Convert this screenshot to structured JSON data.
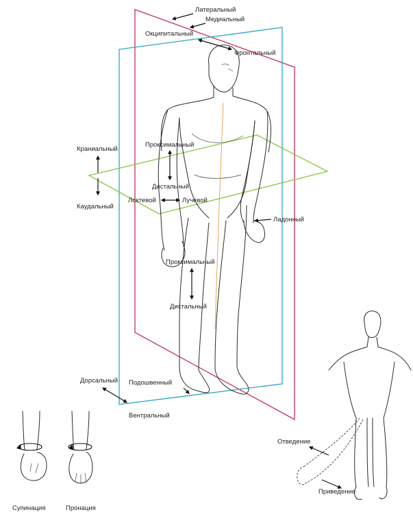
{
  "colors": {
    "sagittal_plane": "#c0305a",
    "frontal_plane": "#2aa7c2",
    "transverse_plane": "#86c83f",
    "midline": "#e0a040",
    "ink": "#222222"
  },
  "labels": {
    "lateral": "Латеральный",
    "medial": "Медиальный",
    "occipital": "Окципитальный",
    "frontal": "Фронтальный",
    "cranial": "Краниальный",
    "caudal": "Каудальный",
    "proximal_arm": "Проксимальный",
    "distal_arm": "Дистальный",
    "ulnar": "Локтевой",
    "radial": "Лучевой",
    "palmar": "Ладонный",
    "proximal_leg": "Проксимальный",
    "distal_leg": "Дистальный",
    "dorsal": "Дорсальный",
    "plantar": "Подошвенный",
    "ventral": "Вентральный",
    "supination": "Супинация",
    "pronation": "Пронация",
    "abduction": "Отведение",
    "adduction": "Приведение"
  }
}
